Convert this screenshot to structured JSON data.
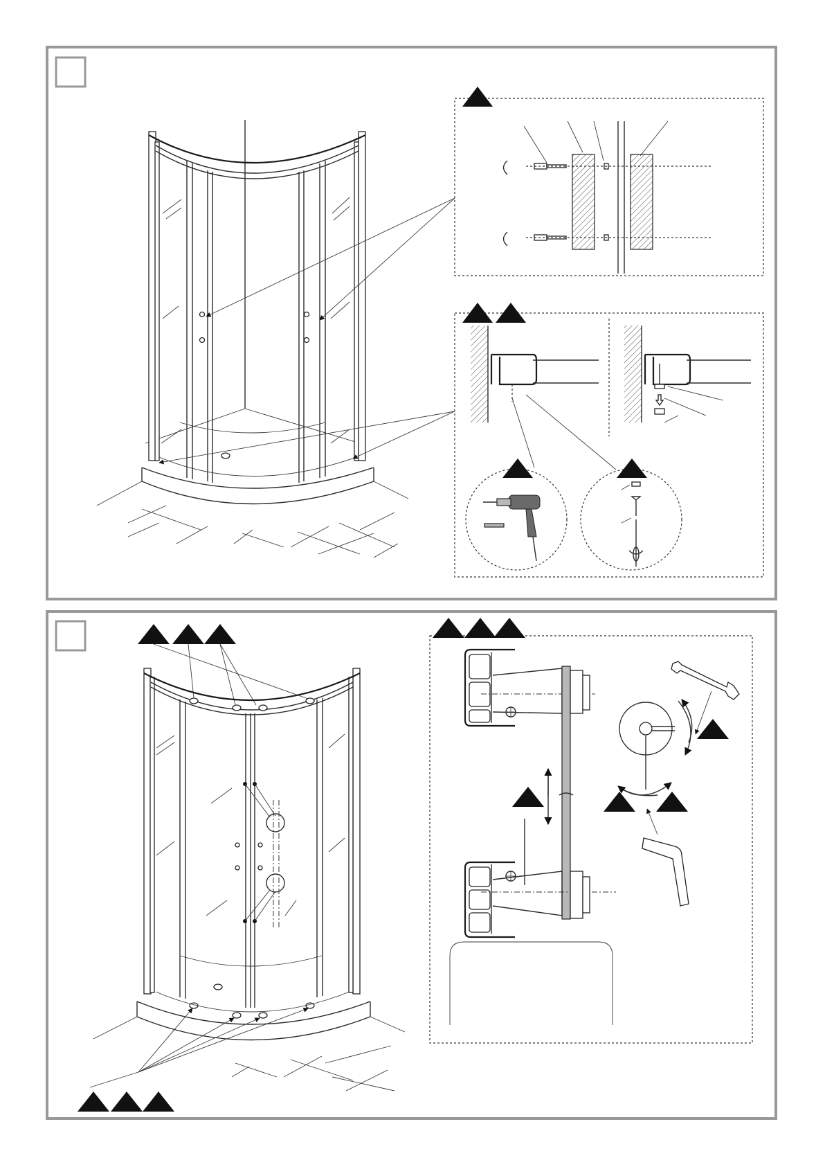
{
  "panels": [
    {
      "id": "panel-1",
      "step_number": "",
      "callouts": [
        {
          "name": "detail-wall-fixing",
          "label": ""
        },
        {
          "name": "detail-profile-a",
          "label": ""
        },
        {
          "name": "detail-profile-b",
          "label": ""
        },
        {
          "name": "detail-drill",
          "label": ""
        },
        {
          "name": "detail-screw",
          "label": ""
        }
      ]
    },
    {
      "id": "panel-2",
      "step_number": "",
      "callouts": [
        {
          "name": "top-rollers-a",
          "label": ""
        },
        {
          "name": "top-rollers-b",
          "label": ""
        },
        {
          "name": "top-rollers-c",
          "label": ""
        },
        {
          "name": "bottom-rollers-a",
          "label": ""
        },
        {
          "name": "bottom-rollers-b",
          "label": ""
        },
        {
          "name": "bottom-rollers-c",
          "label": ""
        }
      ]
    }
  ],
  "icons": [
    "drill-icon",
    "screwdriver-icon",
    "wrench-icon",
    "hex-key-icon"
  ],
  "colors": {
    "frame": "#999999",
    "line": "#2b2b2b",
    "marker": "#111111"
  }
}
